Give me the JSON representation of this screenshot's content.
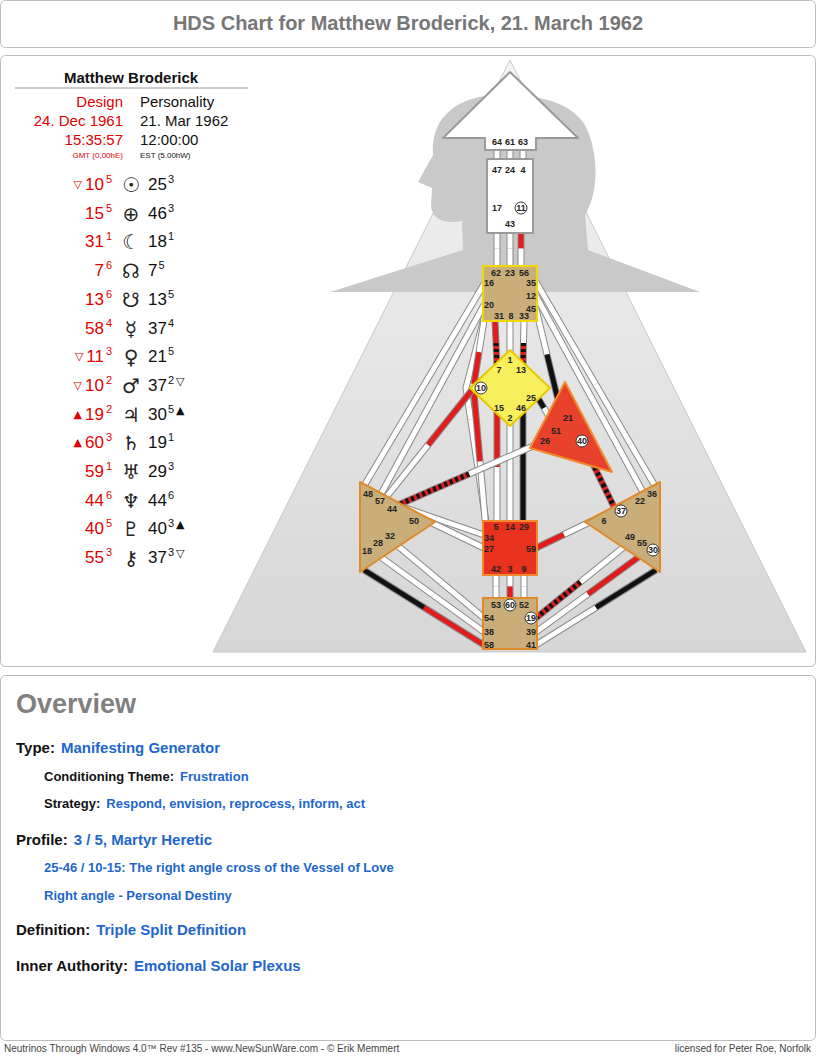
{
  "diagram": {
    "title": "HDS Chart for Matthew Broderick, 21. March 1962",
    "nodes": [
      {
        "text": [
          "64",
          "61",
          "63"
        ]
      },
      {
        "text": [
          "47",
          "24",
          "4",
          "17",
          "11",
          "43"
        ]
      },
      {
        "text": [
          "62",
          "23",
          "56",
          "16",
          "35",
          "12",
          "45",
          "20",
          "31",
          "8",
          "33"
        ]
      },
      {
        "text": [
          "1",
          "7",
          "13",
          "10",
          "25",
          "15",
          "46",
          "2"
        ]
      },
      {
        "text": [
          "21",
          "51",
          "26",
          "40"
        ]
      },
      {
        "text": [
          "48",
          "57",
          "44",
          "50",
          "32",
          "28",
          "18"
        ]
      },
      {
        "text": [
          "36",
          "22",
          "37",
          "6",
          "49",
          "55",
          "30"
        ]
      },
      {
        "text": [
          "5",
          "14",
          "29",
          "34",
          "27",
          "59",
          "42",
          "3",
          "9"
        ]
      },
      {
        "text": [
          "53",
          "60",
          "52",
          "54",
          "19",
          "38",
          "39",
          "58",
          "41"
        ]
      }
    ],
    "edges": [
      {
        "from": 0,
        "to": 1,
        "arrow": "none"
      },
      {
        "from": 0,
        "to": 1,
        "arrow": "none"
      },
      {
        "from": 0,
        "to": 1,
        "arrow": "none"
      },
      {
        "from": 1,
        "to": 2,
        "arrow": "none"
      },
      {
        "from": 1,
        "to": 2,
        "arrow": "none"
      },
      {
        "from": 1,
        "to": 2,
        "arrow": "none"
      },
      {
        "from": 2,
        "to": 3,
        "arrow": "none"
      },
      {
        "from": 2,
        "to": 3,
        "arrow": "none"
      },
      {
        "from": 2,
        "to": 3,
        "arrow": "none"
      },
      {
        "from": 2,
        "to": 5,
        "arrow": "none"
      },
      {
        "from": 2,
        "to": 5,
        "arrow": "none"
      },
      {
        "from": 2,
        "to": 7,
        "arrow": "none"
      },
      {
        "from": 3,
        "to": 2,
        "arrow": "none"
      },
      {
        "from": 3,
        "to": 7,
        "arrow": "none"
      },
      {
        "from": 3,
        "to": 5,
        "arrow": "none"
      },
      {
        "from": 7,
        "to": 5,
        "arrow": "none"
      },
      {
        "from": 2,
        "to": 4,
        "arrow": "none"
      },
      {
        "from": 2,
        "to": 6,
        "arrow": "none"
      },
      {
        "from": 2,
        "to": 6,
        "arrow": "none"
      },
      {
        "from": 3,
        "to": 4,
        "arrow": "none"
      },
      {
        "from": 3,
        "to": 7,
        "arrow": "none"
      },
      {
        "from": 3,
        "to": 7,
        "arrow": "none"
      },
      {
        "from": 3,
        "to": 7,
        "arrow": "none"
      },
      {
        "from": 4,
        "to": 5,
        "arrow": "none"
      },
      {
        "from": 4,
        "to": 6,
        "arrow": "none"
      },
      {
        "from": 5,
        "to": 7,
        "arrow": "none"
      },
      {
        "from": 7,
        "to": 6,
        "arrow": "none"
      },
      {
        "from": 7,
        "to": 8,
        "arrow": "none"
      },
      {
        "from": 7,
        "to": 8,
        "arrow": "none"
      },
      {
        "from": 7,
        "to": 8,
        "arrow": "none"
      },
      {
        "from": 8,
        "to": 5,
        "arrow": "none"
      },
      {
        "from": 8,
        "to": 5,
        "arrow": "none"
      },
      {
        "from": 8,
        "to": 5,
        "arrow": "none"
      },
      {
        "from": 8,
        "to": 6,
        "arrow": "none"
      },
      {
        "from": 8,
        "to": 6,
        "arrow": "none"
      },
      {
        "from": 8,
        "to": 6,
        "arrow": "none"
      }
    ],
    "labels": [
      "Matthew Broderick",
      "Design",
      "Personality",
      "24. Dec 1961",
      "21. Mar 1962",
      "15:35:57",
      "12:00:00",
      "GMT (0,00hE)",
      "EST (5.00hW)",
      "▽",
      "10",
      "5",
      "☉",
      "25",
      "3",
      "15",
      "5",
      "⊕",
      "46",
      "3",
      "31",
      "1",
      "☾",
      "18",
      "1",
      "7",
      "6",
      "☊",
      "7",
      "5",
      "13",
      "6",
      "☋",
      "13",
      "5",
      "58",
      "4",
      "☿",
      "37",
      "4",
      "▽",
      "11",
      "3",
      "♀",
      "21",
      "5",
      "▽",
      "10",
      "2",
      "♂",
      "37",
      "2",
      "▽",
      "▲",
      "19",
      "2",
      "♃",
      "30",
      "5",
      "▲",
      "▲",
      "60",
      "3",
      "♄",
      "19",
      "1",
      "59",
      "1",
      "♅",
      "29",
      "3",
      "44",
      "6",
      "♆",
      "44",
      "6",
      "40",
      "5",
      "♇",
      "40",
      "3",
      "▲",
      "55",
      "3",
      "⚷",
      "37",
      "3",
      "▽",
      "Overview",
      "Type:",
      "Manifesting Generator",
      "Conditioning Theme:",
      "Frustration",
      "Strategy:",
      "Respond, envision, reprocess, inform, act",
      "Profile:",
      "3 / 5, Martyr Heretic",
      "25-46 / 10-15: The right angle cross of the Vessel of Love",
      "Right angle - Personal Destiny",
      "Definition:",
      "Triple Split Definition",
      "Inner Authority:",
      "Emotional Solar Plexus",
      "Neutrinos Through Windows 4.0™ Rev #135 - www.NewSunWare.com - © Erik Memmert",
      "licensed for Peter Roe, Norfolk"
    ]
  }
}
